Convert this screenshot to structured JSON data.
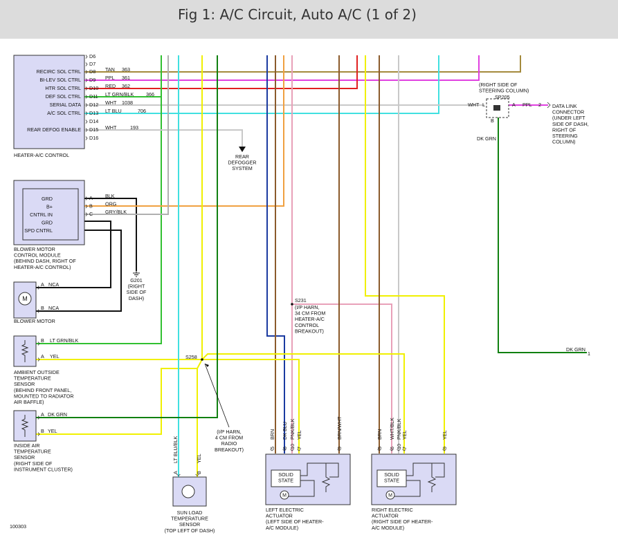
{
  "title": "Fig 1: A/C Circuit, Auto A/C (1 of 2)",
  "colors": {
    "tan": "#a48a3c",
    "ppl": "#e040e0",
    "red": "#e02020",
    "ltgrn": "#30c030",
    "wht": "#c8c8c8",
    "ltblu": "#40e0e0",
    "blk": "#111111",
    "org": "#f0a040",
    "gry": "#b0b0b0",
    "yel": "#f0f000",
    "dkgrn": "#108010",
    "brn": "#8b5a2b",
    "dkblu": "#1a3aa0",
    "pnk": "#e8a0b8",
    "component_fill": "#dadaf5"
  },
  "components": {
    "heater_ac": {
      "label": "HEATER-A/C CONTROL",
      "pins": [
        {
          "pin": "D8",
          "name": "RECIRC SOL CTRL",
          "wire": "TAN",
          "circuit": "363"
        },
        {
          "pin": "D9",
          "name": "BI-LEV SOL CTRL",
          "wire": "PPL",
          "circuit": "361"
        },
        {
          "pin": "D10",
          "name": "HTR SOL CTRL",
          "wire": "RED",
          "circuit": "362"
        },
        {
          "pin": "D11",
          "name": "DEF SOL CTRL",
          "wire": "LT GRN/BLK",
          "circuit": "366"
        },
        {
          "pin": "D12",
          "name": "SERIAL DATA",
          "wire": "WHT",
          "circuit": "1038"
        },
        {
          "pin": "D13",
          "name": "A/C SOL CTRL",
          "wire": "LT BLU",
          "circuit": "706"
        },
        {
          "pin": "D14",
          "name": "",
          "wire": "",
          "circuit": ""
        },
        {
          "pin": "D15",
          "name": "REAR DEFOG ENABLE",
          "wire": "WHT",
          "circuit": "193"
        },
        {
          "pin": "D16",
          "name": "",
          "wire": "",
          "circuit": ""
        }
      ],
      "extra_pins": [
        "D6",
        "D7"
      ]
    },
    "blower_module": {
      "label": [
        "BLOWER MOTOR",
        "CONTROL MODULE",
        "(BEHIND DASH, RIGHT OF",
        "HEATER-A/C CONTROL)"
      ],
      "pins": [
        "GRD",
        "B+",
        "CNTRL IN",
        "GRD",
        "SPD CNTRL"
      ],
      "conn": [
        {
          "pin": "A",
          "wire": "BLK"
        },
        {
          "pin": "B",
          "wire": "ORG"
        },
        {
          "pin": "C",
          "wire": "GRY/BLK"
        }
      ]
    },
    "blower_motor": {
      "label": "BLOWER MOTOR",
      "symbol": "M",
      "pins": [
        {
          "pin": "A",
          "wire": "NCA"
        },
        {
          "pin": "B",
          "wire": "NCA"
        }
      ]
    },
    "ambient_sensor": {
      "label": [
        "AMBIENT OUTSIDE",
        "TEMPERATURE",
        "SENSOR",
        "(BEHIND FRONT PANEL,",
        "MOUNTED TO RADIATOR",
        "AIR BAFFLE)"
      ],
      "pins": [
        {
          "pin": "B",
          "wire": "LT GRN/BLK"
        },
        {
          "pin": "A",
          "wire": "YEL"
        }
      ]
    },
    "inside_sensor": {
      "label": [
        "INSIDE AIR",
        "TEMPERATURE",
        "SENSOR",
        "(RIGHT SIDE OF",
        "INSTRUMENT CLUSTER)"
      ],
      "pins": [
        {
          "pin": "A",
          "wire": "DK GRN"
        },
        {
          "pin": "B",
          "wire": "YEL"
        }
      ]
    },
    "sun_sensor": {
      "label": [
        "SUN LOAD",
        "TEMPERATURE",
        "SENSOR",
        "(TOP LEFT OF DASH)"
      ],
      "pins": [
        {
          "pin": "A",
          "wire": "LT BLU/BLK"
        },
        {
          "pin": "B",
          "wire": "YEL"
        }
      ]
    },
    "left_actuator": {
      "label": [
        "LEFT ELECTRIC",
        "ACTUATOR",
        "(LEFT SIDE OF HEATER-",
        "A/C MODULE)"
      ],
      "state": [
        "SOLID",
        "STATE"
      ],
      "symbol": "M",
      "pins": [
        {
          "pin": "5",
          "wire": "BRN"
        },
        {
          "pin": "6",
          "wire": "DK BLU"
        },
        {
          "pin": "10",
          "wire": "PNK/BLK"
        },
        {
          "pin": "7",
          "wire": "YEL"
        },
        {
          "pin": "9",
          "wire": "BRN/WHT"
        }
      ]
    },
    "right_actuator": {
      "label": [
        "RIGHT ELECTRIC",
        "ACTUATOR",
        "(RIGHT SIDE OF HEATER-",
        "A/C MODULE)"
      ],
      "state": [
        "SOLID",
        "STATE"
      ],
      "symbol": "M",
      "pins": [
        {
          "pin": "5",
          "wire": "BRN"
        },
        {
          "pin": "6",
          "wire": "WHT/BLK"
        },
        {
          "pin": "10",
          "wire": "PNK/BLK"
        },
        {
          "pin": "7",
          "wire": "YEL"
        },
        {
          "pin": "9",
          "wire": "YEL"
        }
      ]
    }
  },
  "splices": {
    "sp205": {
      "name": "SP205",
      "pins": {
        "a": "A",
        "l": "L",
        "b": "B"
      },
      "wire_l": "WHT",
      "wire_a": "PPL",
      "wire_a_circuit": "2",
      "wire_b": "DK GRN",
      "note": [
        "(RIGHT SIDE OF",
        "STEERING COLUMN)"
      ]
    },
    "s231": {
      "name": "S231",
      "note": [
        "(I/P HARN,",
        "34 CM FROM",
        "HEATER-A/C",
        "CONTROL",
        "BREAKOUT)"
      ]
    },
    "s258": {
      "name": "S258",
      "note": [
        "(I/P HARN,",
        "4 CM FROM",
        "RADIO",
        "BREAKOUT)"
      ]
    }
  },
  "ground": {
    "name": "G201",
    "note": [
      "(RIGHT",
      "SIDE OF",
      "DASH)"
    ]
  },
  "dlc": {
    "label": [
      "DATA LINK",
      "CONNECTOR",
      "(UNDER LEFT",
      "SIDE OF DASH,",
      "RIGHT OF",
      "STEERING",
      "COLUMN)"
    ]
  },
  "rear_defog": {
    "label": [
      "REAR",
      "DEFOGGER",
      "SYSTEM"
    ]
  },
  "dk_grn_right": {
    "wire": "DK GRN",
    "pin": "1"
  },
  "figure_id": "100303"
}
